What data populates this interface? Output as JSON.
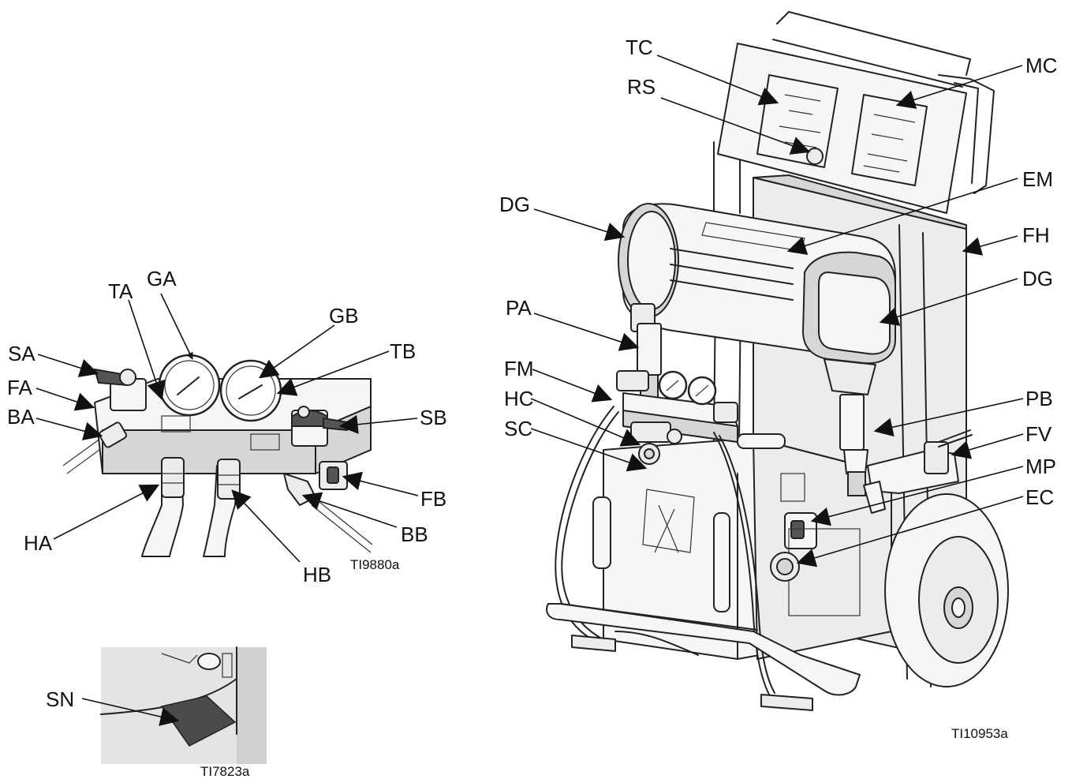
{
  "figures": {
    "manifold_id": "TI9880a",
    "serial_id": "TI7823a",
    "system_id": "TI10953a"
  },
  "callouts": {
    "GA": "GA",
    "TA": "TA",
    "GB": "GB",
    "TB": "TB",
    "SA": "SA",
    "SB": "SB",
    "FA": "FA",
    "BA": "BA",
    "FB": "FB",
    "HA": "HA",
    "HB": "HB",
    "BB": "BB",
    "SN": "SN",
    "TC": "TC",
    "MC": "MC",
    "RS": "RS",
    "EM": "EM",
    "DG": "DG",
    "DG2": "DG",
    "FH": "FH",
    "PA": "PA",
    "FM": "FM",
    "HC": "HC",
    "SC": "SC",
    "PB": "PB",
    "FV": "FV",
    "MP": "MP",
    "EC": "EC"
  }
}
